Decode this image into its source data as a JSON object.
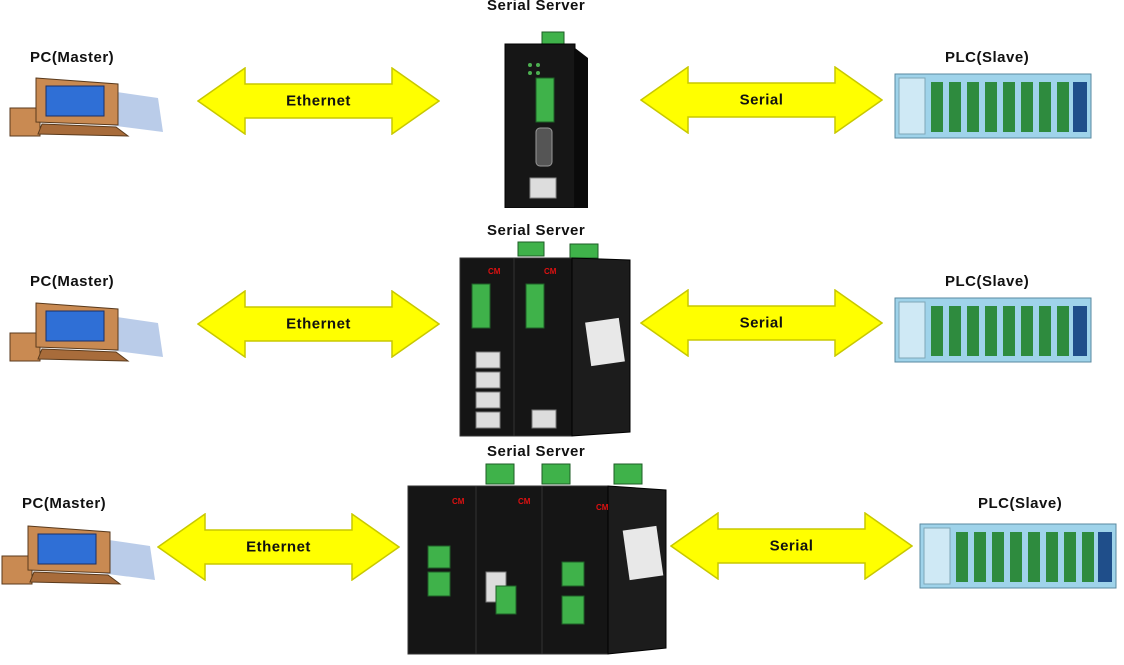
{
  "rows": [
    {
      "server_label": "Serial Server",
      "master_label": "PC(Master)",
      "slave_label": "PLC(Slave)",
      "left_link": "Ethernet",
      "right_link": "Serial"
    },
    {
      "server_label": "Serial Server",
      "master_label": "PC(Master)",
      "slave_label": "PLC(Slave)",
      "left_link": "Ethernet",
      "right_link": "Serial"
    },
    {
      "server_label": "Serial Server",
      "master_label": "PC(Master)",
      "slave_label": "PLC(Slave)",
      "left_link": "Ethernet",
      "right_link": "Serial"
    }
  ],
  "colors": {
    "arrow_fill": "#ffff00",
    "arrow_stroke": "#c8c800",
    "device_body": "#111111",
    "terminal_green": "#3fb24a",
    "pc_body": "#c98a52",
    "pc_screen": "#2f6fd6",
    "plc_body": "#9fd3ea",
    "plc_module": "#2e8b3e"
  }
}
